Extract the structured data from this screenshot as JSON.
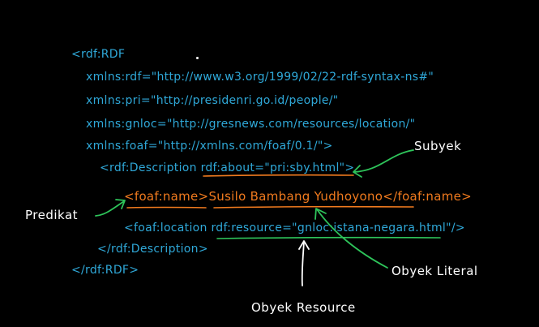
{
  "colors": {
    "background": "#000000",
    "code_text": "#2fa8d8",
    "highlight_text": "#f07a1e",
    "annotation_green": "#2ec45a",
    "label_white": "#ffffff"
  },
  "code_lines": {
    "rdf_open": "<rdf:RDF",
    "ns_rdf": "xmlns:rdf=\"http://www.w3.org/1999/02/22-rdf-syntax-ns#\"",
    "ns_pri": "xmlns:pri=\"http://presidenri.go.id/people/\"",
    "ns_gnloc": "xmlns:gnloc=\"http://gresnews.com/resources/location/\"",
    "ns_foaf": "xmlns:foaf=\"http://xmlns.com/foaf/0.1/\">",
    "desc_open_tag": "<rdf:Description ",
    "desc_about": "rdf:about=\"pri:sby.html\"",
    "desc_close_bracket": ">",
    "name_open": "<foaf:name>",
    "name_value": "Susilo Bambang Yudhoyono",
    "name_close": "</foaf:name>",
    "location_line": "<foaf:location rdf:resource=\"gnloc:istana-negara.html\"/>",
    "desc_close": "</rdf:Description>",
    "rdf_close": "</rdf:RDF>"
  },
  "labels": {
    "subyek": "Subyek",
    "predikat": "Predikat",
    "obyek_literal": "Obyek Literal",
    "obyek_resource": "Obyek Resource"
  }
}
